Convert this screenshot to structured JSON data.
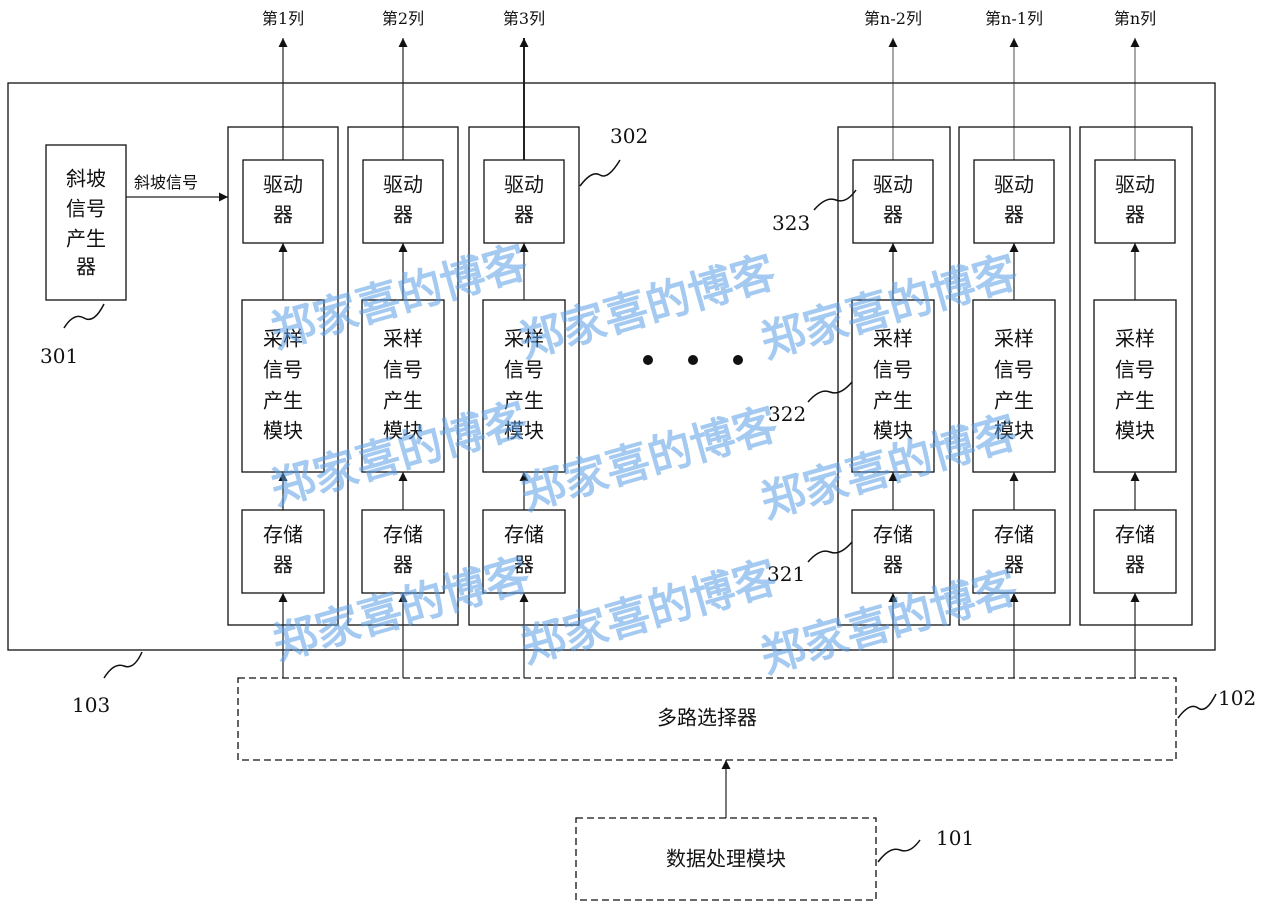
{
  "columns": [
    {
      "label": "第1列"
    },
    {
      "label": "第2列"
    },
    {
      "label": "第3列"
    },
    {
      "label": "第n-2列"
    },
    {
      "label": "第n-1列"
    },
    {
      "label": "第n列"
    }
  ],
  "driver": {
    "lines": [
      "驱动",
      "器"
    ]
  },
  "sampler": {
    "lines": [
      "采样",
      "信号",
      "产生",
      "模块"
    ]
  },
  "memory": {
    "lines": [
      "存储",
      "器"
    ]
  },
  "ramp_generator": {
    "lines": [
      "斜坡",
      "信号",
      "产生",
      "器"
    ],
    "signal_label": "斜坡信号"
  },
  "multiplexer": {
    "label": "多路选择器"
  },
  "data_processing": {
    "label": "数据处理模块"
  },
  "refs": {
    "r101": "101",
    "r102": "102",
    "r103": "103",
    "r301": "301",
    "r302": "302",
    "r321": "321",
    "r322": "322",
    "r323": "323"
  },
  "watermark": "郑家喜的博客"
}
